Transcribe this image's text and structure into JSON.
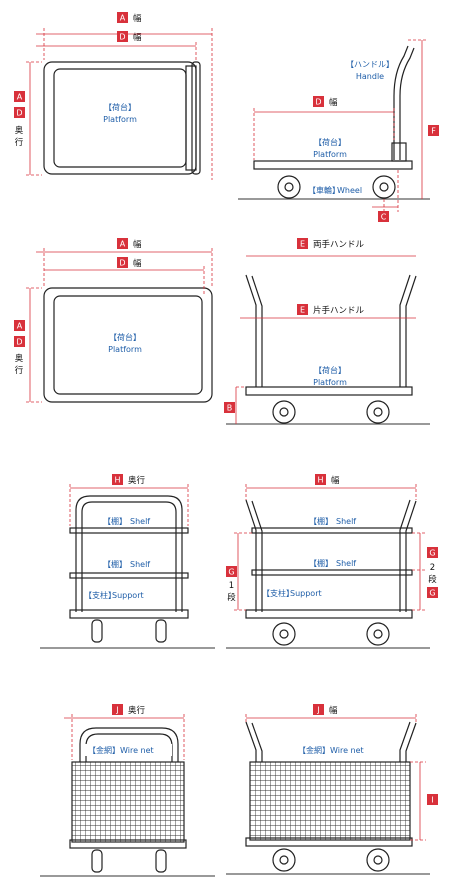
{
  "colors": {
    "dimension": "#d8313b",
    "label_blue": "#1f5ea8",
    "badge_red": "#d8313b",
    "frame": "#222222"
  },
  "labels": {
    "haba": "幅",
    "okuyuki": "奥行",
    "platform_jp": "【荷台】",
    "platform_en": "Platform",
    "handle_jp": "【ハンドル】",
    "handle_en": "Handle",
    "wheel_jp": "【車輪】",
    "wheel_en": "Wheel",
    "ryote_handle": "両手ハンドル",
    "katate_handle": "片手ハンドル",
    "shelf_jp": "【棚】",
    "shelf_en": "Shelf",
    "support_jp": "【支柱】",
    "support_en": "Support",
    "wirenet_jp": "【金網】",
    "wirenet_en": "Wire net",
    "ichi": "1",
    "ni": "2",
    "dan": "段",
    "oku_char": "奥",
    "yuki_char": "行"
  },
  "badges": {
    "A": "A",
    "B": "B",
    "C": "C",
    "D": "D",
    "E": "E",
    "F": "F",
    "G": "G",
    "H": "H",
    "I": "I",
    "J": "J"
  }
}
